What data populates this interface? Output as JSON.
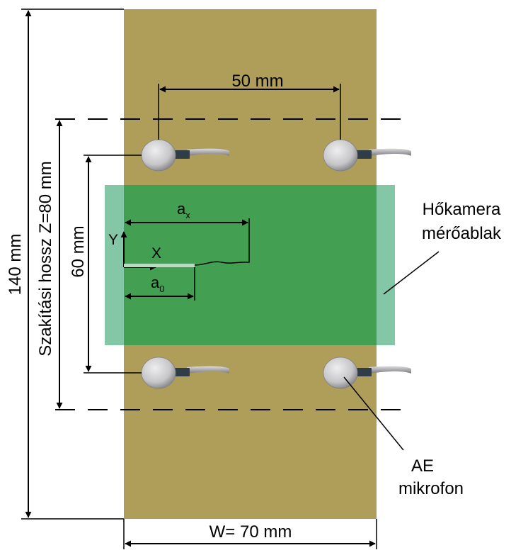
{
  "colors": {
    "specimen": "#ae9e5a",
    "camera_window_outer": "#84c7a6",
    "camera_window_inner": "#43a053",
    "crack": "#b8dcbf",
    "sensor_body": "#c6c6c8",
    "cable_sleeve": "#2f3d48",
    "line": "#000000"
  },
  "icons": [
    "ae-sensor-icon"
  ],
  "labels": {
    "height_total": "140 mm",
    "gauge_length": "Szakítási hossz Z=80 mm",
    "sensor_vertical": "60 mm",
    "sensor_horizontal": "50 mm",
    "width": "W= 70 mm",
    "camera_window_line1": "Hőkamera",
    "camera_window_line2": "mérőablak",
    "ae_line1": "AE",
    "ae_line2": "mikrofon",
    "axis_y": "Y",
    "axis_x": "X",
    "a_x": "a",
    "a_x_sub": "x",
    "a_0": "a",
    "a_0_sub": "0"
  }
}
